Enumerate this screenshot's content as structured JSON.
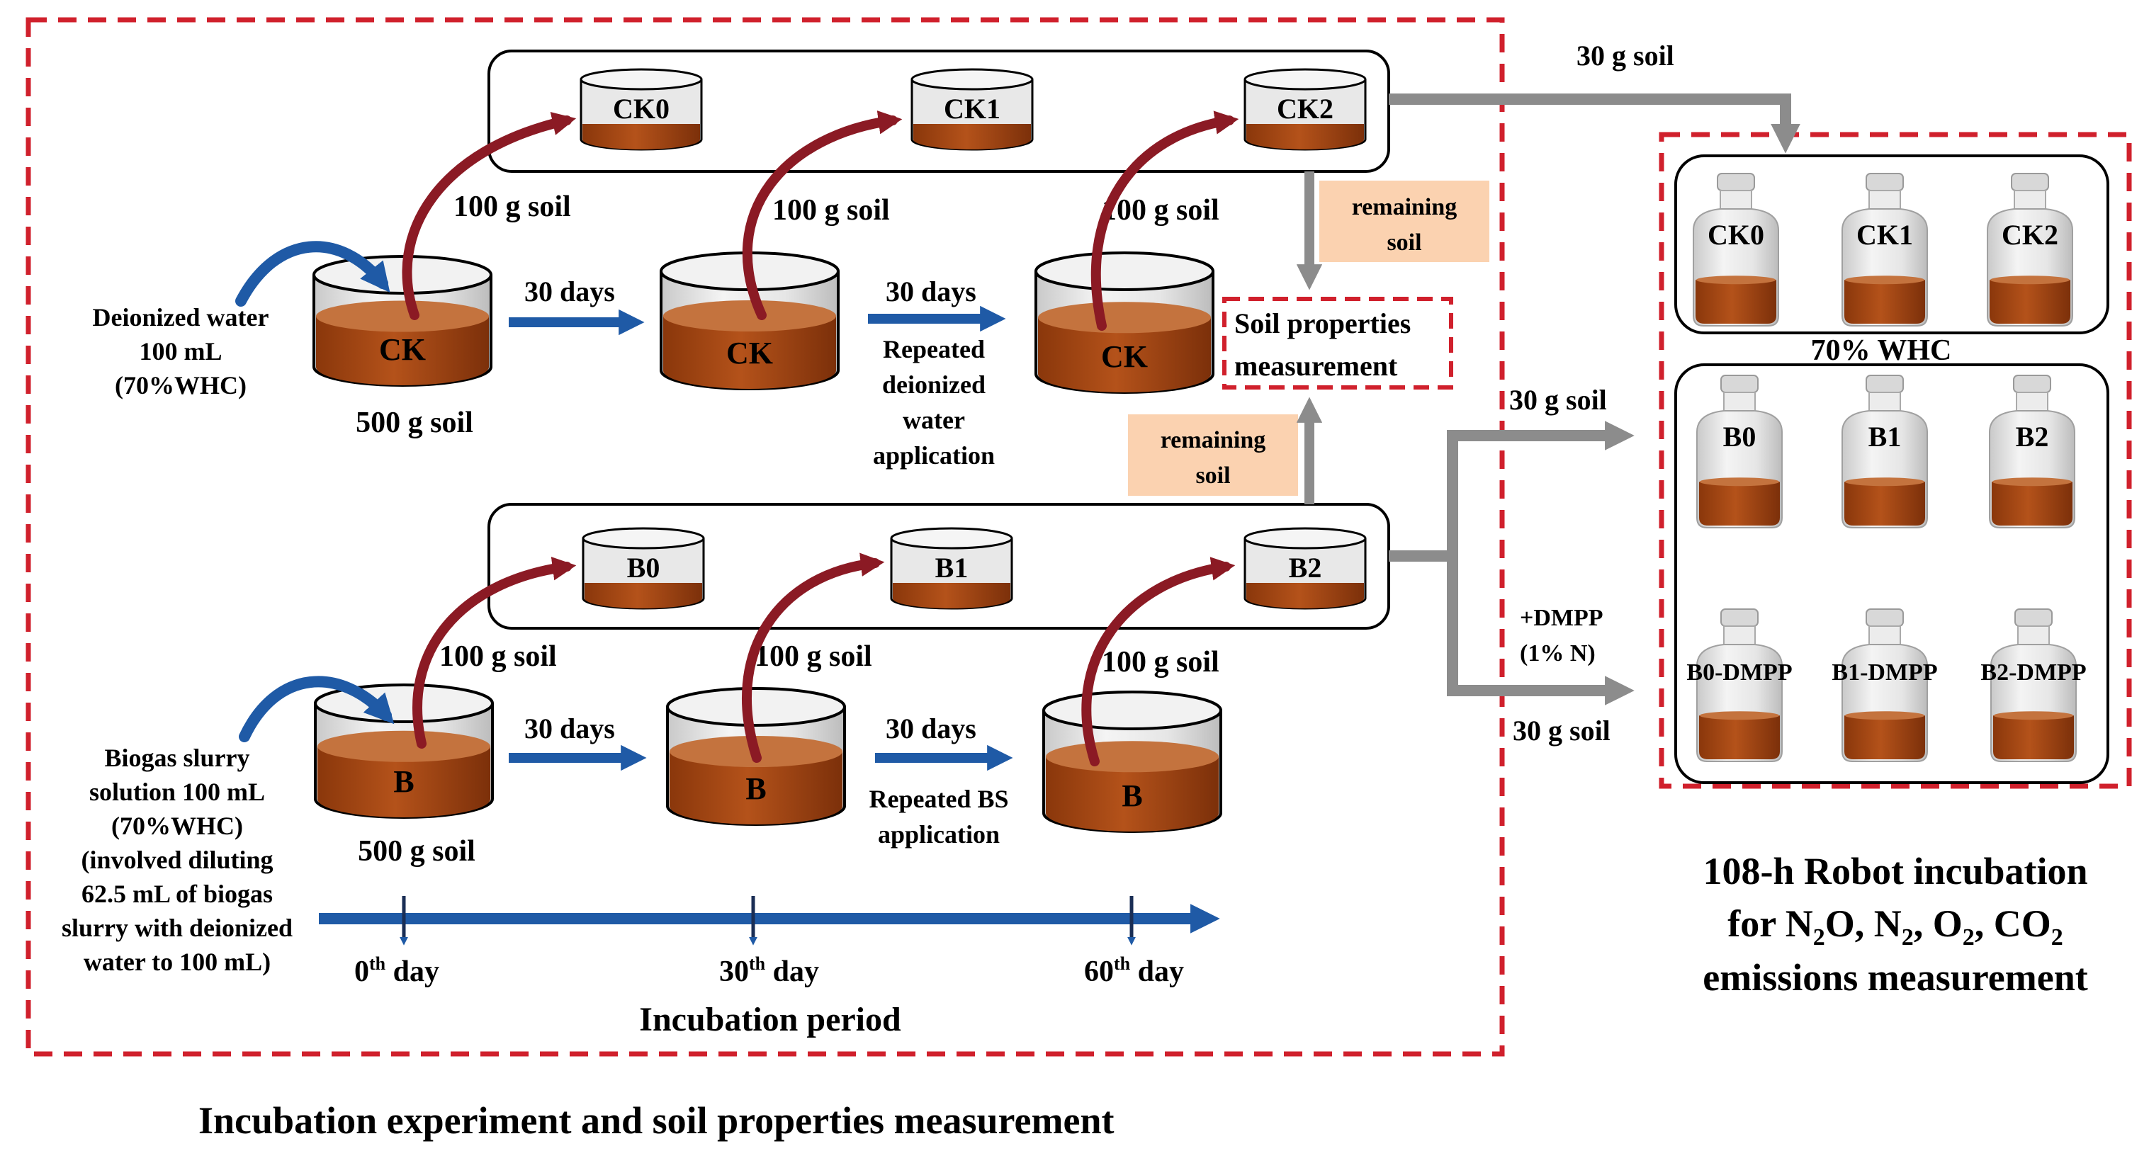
{
  "colors": {
    "dashed_red": "#d0202c",
    "soil": "#a84612",
    "soil_dark": "#7a2f08",
    "arrow_blue": "#1f5aa6",
    "arrow_maroon": "#8b1a24",
    "gray_arrow": "#8c8c8c",
    "peach_box": "#fbd2b0"
  },
  "icons": {
    "beaker": "cylindrical-beaker",
    "jar": "small-soil-jar",
    "vial": "serum-bottle"
  },
  "ck_row": {
    "water_label": [
      "Deionized water",
      "100 mL",
      "(70%WHC)"
    ],
    "start_soil": "500 g soil",
    "beaker_label": "CK",
    "days_1": "30 days",
    "days_2": "30 days",
    "repeat_label": [
      "Repeated",
      "deionized",
      "water",
      "application"
    ],
    "sample_soil": "100 g soil",
    "jars": [
      "CK0",
      "CK1",
      "CK2"
    ]
  },
  "b_row": {
    "slurry_label": [
      "Biogas slurry",
      "solution 100 mL",
      "(70%WHC)",
      "(involved diluting",
      "62.5 mL of biogas",
      "slurry with deionized",
      "water to 100 mL)"
    ],
    "start_soil": "500 g soil",
    "beaker_label": "B",
    "days_1": "30 days",
    "days_2": "30 days",
    "repeat_label": [
      "Repeated BS",
      "application"
    ],
    "sample_soil": "100 g soil",
    "jars": [
      "B0",
      "B1",
      "B2"
    ]
  },
  "remaining_soil": [
    "remaining",
    "soil"
  ],
  "soil_properties": [
    "Soil properties",
    "measurement"
  ],
  "timeline": {
    "day0": {
      "num": "0",
      "sup": "th",
      "rest": " day"
    },
    "day30": {
      "num": "30",
      "sup": "th",
      "rest": " day"
    },
    "day60": {
      "num": "60",
      "sup": "th",
      "rest": " day"
    },
    "label": "Incubation period"
  },
  "left_caption": "Incubation experiment and soil properties measurement",
  "transfer": {
    "soil_30_top": "30 g soil",
    "soil_30_mid": "30 g soil",
    "soil_30_bottom": "30 g soil",
    "dmpp": [
      "+DMPP",
      "(1% N)"
    ]
  },
  "robot": {
    "ck_vials": [
      "CK0",
      "CK1",
      "CK2"
    ],
    "whc_label": "70% WHC",
    "b_vials": [
      "B0",
      "B1",
      "B2"
    ],
    "dmpp_vials": [
      "B0-DMPP",
      "B1-DMPP",
      "B2-DMPP"
    ],
    "caption_line1": "108-h Robot incubation",
    "caption_line2": {
      "a": "for N",
      "s1": "2",
      "b": "O, N",
      "s2": "2",
      "c": ", O",
      "s3": "2",
      "d": ", CO",
      "s4": "2"
    },
    "caption_line3": "emissions measurement"
  }
}
